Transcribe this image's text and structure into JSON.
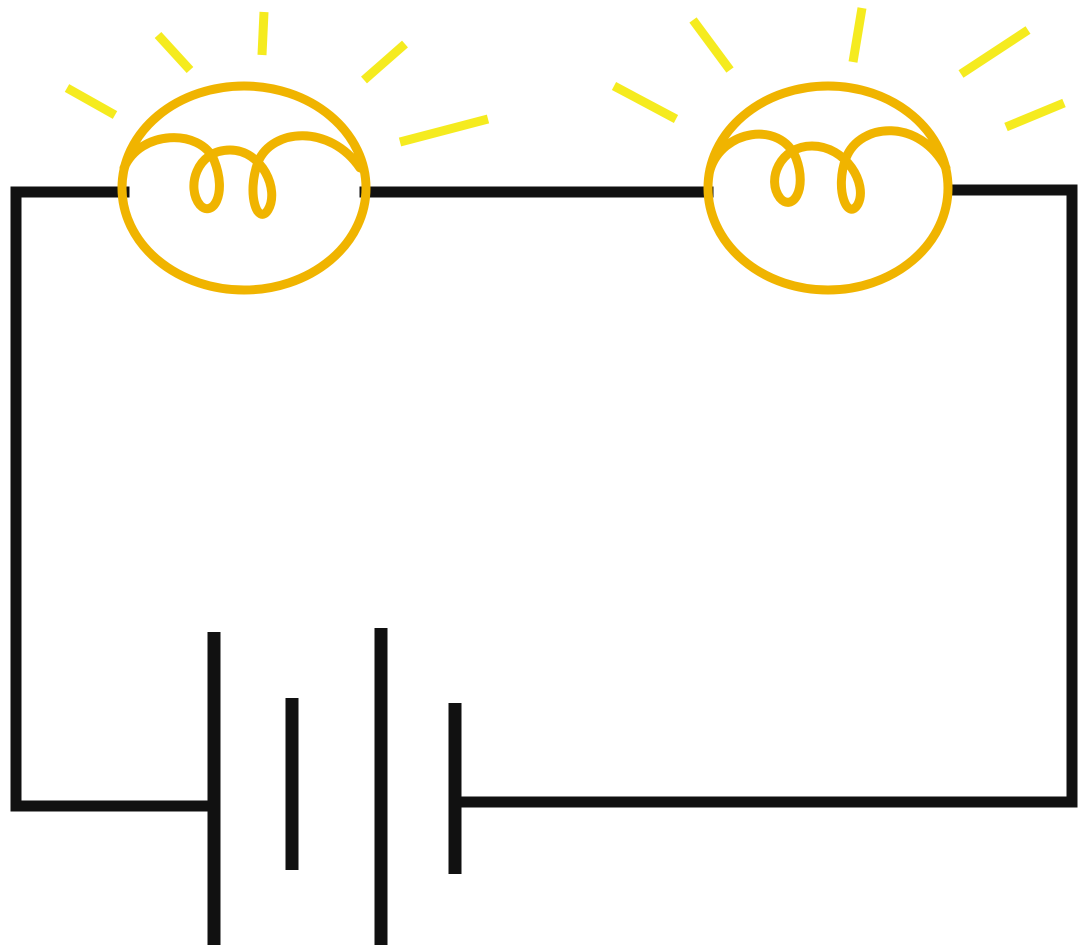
{
  "diagram": {
    "type": "series-circuit",
    "components": [
      {
        "id": "bulb-1",
        "kind": "light-bulb",
        "state": "lit"
      },
      {
        "id": "bulb-2",
        "kind": "light-bulb",
        "state": "lit"
      },
      {
        "id": "battery",
        "kind": "battery",
        "cells": 2
      }
    ]
  },
  "colors": {
    "background": "#ffffff",
    "wire": "#111111",
    "bulb": "#f0b400",
    "glow": "#f5eb1f",
    "battery": "#111111"
  }
}
